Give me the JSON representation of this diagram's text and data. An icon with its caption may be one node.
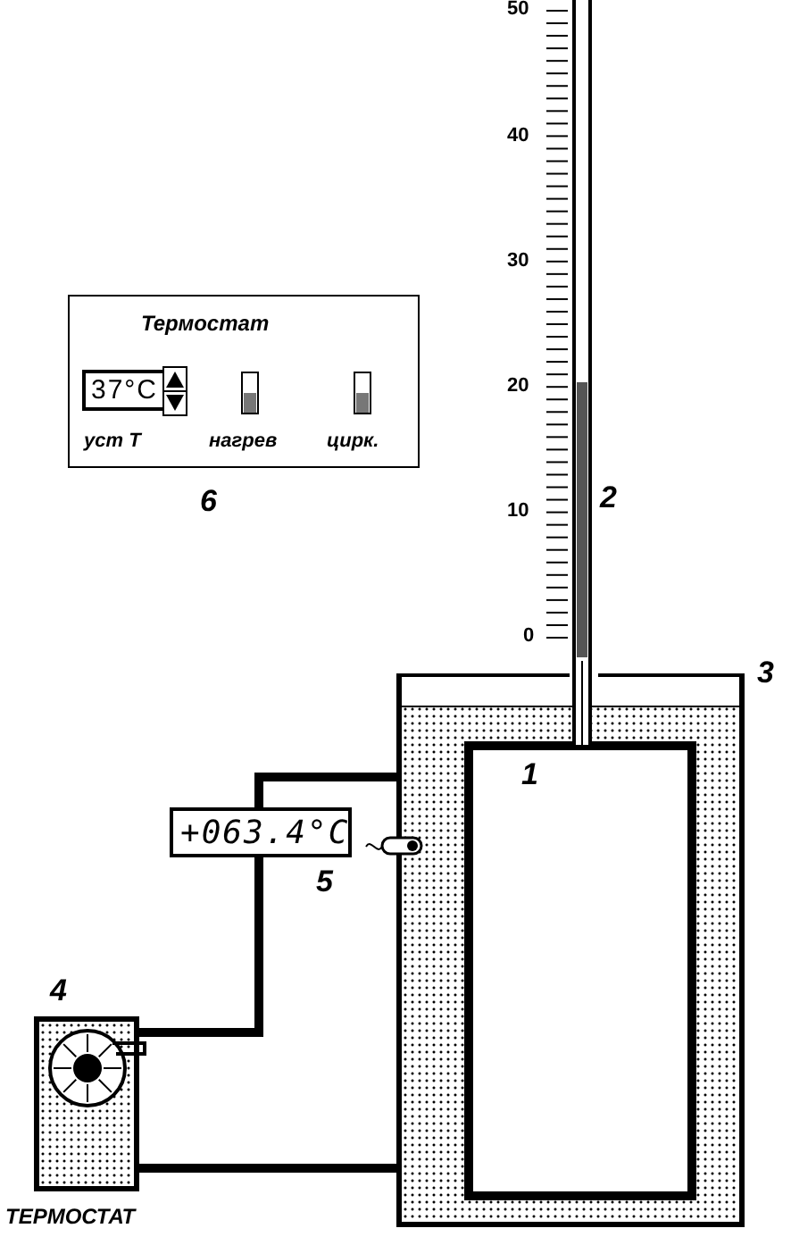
{
  "diagram": {
    "nodes": [
      {
        "text": [
          "Термостат",
          "37°C",
          "уст T",
          "нагрев",
          "цирк."
        ]
      },
      {
        "text": [
          "+063.4°C"
        ]
      },
      {
        "text": [
          "ТЕРМОСТАТ"
        ]
      },
      {
        "text": [],
        "shape": "box"
      },
      {
        "text": [],
        "shape": "box",
        "in": 3
      }
    ],
    "edges": [
      {
        "from": 2,
        "to": 3,
        "arrow": "none"
      },
      {
        "from": 2,
        "to": 1,
        "arrow": "none"
      },
      {
        "from": 1,
        "to": 3,
        "arrow": "none"
      }
    ],
    "labels": [
      "50",
      "40",
      "30",
      "20",
      "2",
      "6",
      "10",
      "0",
      "3",
      "1",
      "5",
      "4"
    ]
  }
}
